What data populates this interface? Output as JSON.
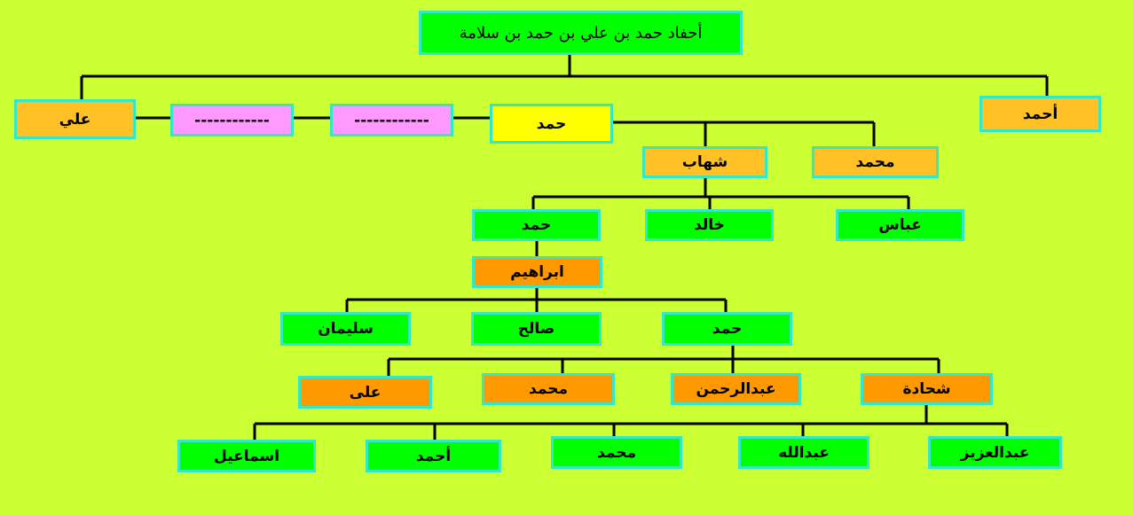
{
  "title": "أحفاد حمد بن  علي بن  حمد بن سلامة",
  "colors": {
    "background": "#ccff33",
    "green": "#00ff00",
    "orange": "#ff9900",
    "gold": "#ffc125",
    "yellow": "#ffff00",
    "pink": "#ff99ff",
    "border": "#33e8c4",
    "line": "#000000"
  },
  "nodes": {
    "root": {
      "label": "أحفاد حمد بن  علي بن  حمد بن سلامة",
      "color": "green"
    },
    "ali_top": {
      "label": "علي",
      "color": "gold"
    },
    "dash_1": {
      "label": "------------",
      "color": "pink"
    },
    "dash_2": {
      "label": "------------",
      "color": "pink"
    },
    "hamad_1": {
      "label": "حمد",
      "color": "yellow"
    },
    "ahmad_top": {
      "label": "أحمد",
      "color": "gold"
    },
    "shihab": {
      "label": "شهاب",
      "color": "gold"
    },
    "mohammed_1": {
      "label": "محمد",
      "color": "gold"
    },
    "hamad_2": {
      "label": "حمد",
      "color": "green"
    },
    "khalid": {
      "label": "خالد",
      "color": "green"
    },
    "abbas": {
      "label": "عباس",
      "color": "green"
    },
    "ibrahim": {
      "label": "ابراهيم",
      "color": "orange"
    },
    "sulaiman": {
      "label": "سليمان",
      "color": "green"
    },
    "saleh": {
      "label": "صالح",
      "color": "green"
    },
    "hamad_3": {
      "label": "حمد",
      "color": "green"
    },
    "ali_2": {
      "label": "على",
      "color": "orange"
    },
    "mohammed_2": {
      "label": "محمد",
      "color": "orange"
    },
    "abdulrahman": {
      "label": "عبدالرحمن",
      "color": "orange"
    },
    "shahada": {
      "label": "شحادة",
      "color": "orange"
    },
    "ismail": {
      "label": "اسماعيل",
      "color": "green"
    },
    "ahmad_2": {
      "label": "أحمد",
      "color": "green"
    },
    "mohammed_3": {
      "label": "محمد",
      "color": "green"
    },
    "abdullah": {
      "label": "عبدالله",
      "color": "green"
    },
    "abdulaziz": {
      "label": "عبدالعزيز",
      "color": "green"
    }
  }
}
